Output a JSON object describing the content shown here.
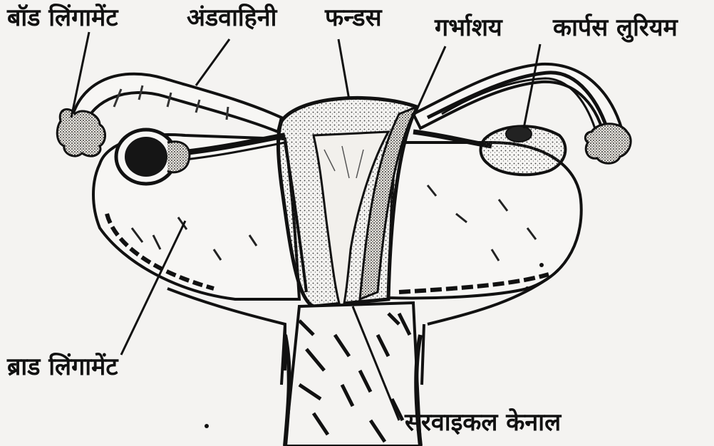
{
  "labels": {
    "bond_ligament": "बॉड लिंगामेंट",
    "fallopian_tube": "अंडवाहिनी",
    "fundus": "फन्डस",
    "uterus": "गर्भाशय",
    "corpus_luteum": "कार्पस लुरियम",
    "broad_ligament": "ब्राड लिंगामेंट",
    "cervical_canal": "सरवाइकल केनाल"
  }
}
